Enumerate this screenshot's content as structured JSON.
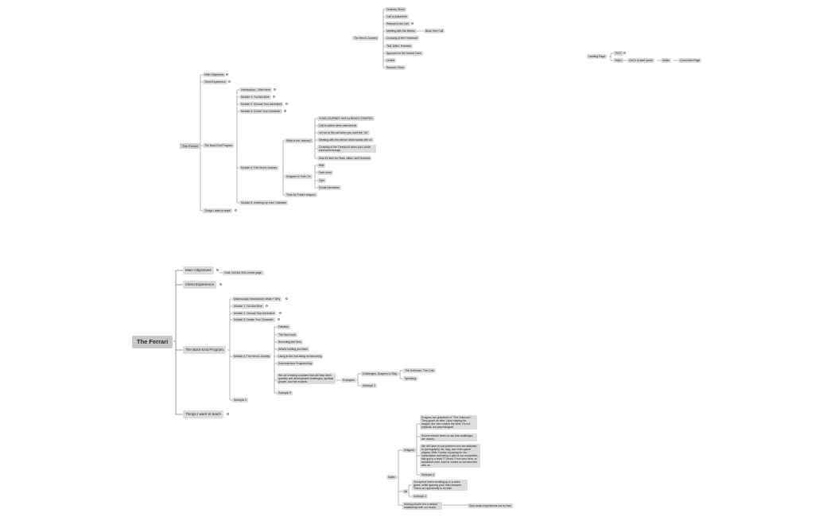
{
  "heros_journey": {
    "title": "The Hero's Journey",
    "steps": [
      "Ordinary World",
      "Call to Adventure",
      "Refusal to the Call",
      "Meeting with the Mentor",
      "Crossing of the Threshold",
      "Test, Allies, Enemies",
      "Approach to the Inmost Cave",
      "Ordeal",
      "Reward / Boon"
    ],
    "book_call": "Book Your Call"
  },
  "landing": {
    "title": "Landing Page",
    "text": "TEXT",
    "video": "Video",
    "get_in": "Get in to start quest",
    "intake": "Intake",
    "connected": "Connected Page"
  },
  "ferrari_small": {
    "title": "The Ferrari",
    "main_objectives": "Main Objectives",
    "client_experience": "Client Experience",
    "backend": "The Back-End Program",
    "things": "Things I want to teach",
    "intro": "Introduction – Start Here",
    "m1": "Module 1: You Are Alive",
    "m2": "Module 2: Choose Your Adventure",
    "m3": "Module 3: Create Your Character",
    "m4": "Module 4: The Hero's Journey",
    "m5": "Module 5: Leveling Up Your Character",
    "what_journey": "What is the Journey?",
    "journey_items": [
      "YOUR JOURNEY HAS ALREADY STARTED",
      "Call-to-action when watched all",
      "roll out to the call when you want the \"ah\"",
      "Meeting with the mentor when speak with us",
      "Crossing of the Threshold when your credit card went through",
      "Now it's time for Tests, Allies, and Enemies"
    ],
    "dragons": "Dragons to Train On",
    "dragon_items": [
      "Wiki",
      "Dark room",
      "Gym",
      "Social Interaction"
    ],
    "tools": "Tools for Future dragons"
  },
  "ferrari_big": {
    "title": "The Ferrari",
    "main_objectives": "Main Objectives",
    "goal": "Goal: Get the 30% on the page.",
    "client_experience": "Client Experience",
    "backend": "The Back-End Program",
    "things": "Things I want to teach",
    "macro": "Macroscopic Introduction: What + Why",
    "m1": "Module 1: You Are Alive",
    "m2": "Module 2: Choose Your Adventure",
    "m3": "Module 3: Create Your Character",
    "m4": "Module 4: The Hero's Journey",
    "subtopic": "Subtopic 3",
    "m4_items": [
      "Filtration",
      "The hard work",
      "Becoming the Hero",
      "What's holding you back",
      "Living in the end-being vs Becoming",
      "Subconscious Programming"
    ],
    "system": "We are creating a system that will help them quantify self development challenges, spiritual growth, and the esoteric.",
    "examples": "Examples",
    "challenges": "Challenges: Dragons to Slay",
    "unknown": "The Unknown: The Cold",
    "speaking": "Speaking",
    "subtopic2": "Subtopic 2",
    "subtopic5": "Subtopic 5"
  },
  "notes": {
    "title": "Notes",
    "dragons": "Dragons",
    "d_items": [
      "Dragons are guardians of \"The Unknown\". They guard as after. Upon slaying the dragon, the Hero claims the elixir. It's not physical, but psychological.",
      "Source ebook/ fixers to use this challenges are money.",
      "We will have to one platform who are addicted to pornography, fat, lazy, and video game players. After 4 years of paying for our subscription and being a part of our ecosystem, this guy is a level 77 beast. From zero hero, to actualized man. And he comes on an interview with us.",
      "Subtopic 4"
    ],
    "ad": "Ad",
    "ad_items": [
      "You spend hours scrolling up in a video game, while ignoring your real character. This is an opportunity to do both.",
      "Subtopic 1"
    ],
    "driving": "Driving people into a deeper relationship with our brand",
    "audio": "Give audio experiences out for free"
  }
}
